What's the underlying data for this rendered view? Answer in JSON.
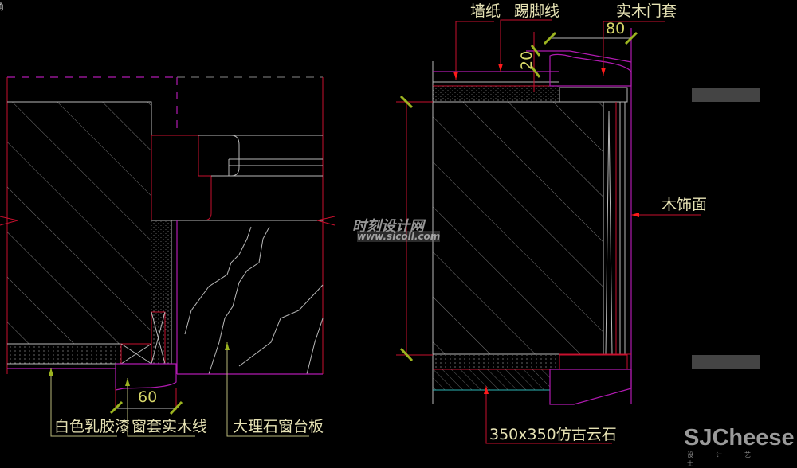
{
  "corner_text": "角",
  "left_section": {
    "dimension_60": "60",
    "labels": {
      "white_latex_paint": "白色乳胶漆",
      "window_trim_wood": "窗套实木线",
      "marble_sill": "大理石窗台板"
    }
  },
  "right_section": {
    "labels": {
      "wallpaper": "墙纸",
      "skirting": "踢脚线",
      "door_casing": "实木门套",
      "wood_veneer": "木饰面",
      "stone": "350x350仿古云石"
    },
    "dimension_80": "80",
    "dimension_20": "20"
  },
  "watermark": {
    "title": "时刻设计网",
    "url": "www.sicoll.com"
  },
  "logo": {
    "name": "SJCheese",
    "subtitle": "设计艺士"
  },
  "colors": {
    "red": "#c8102e",
    "magenta": "#b01ab0",
    "label": "#e6e2b4",
    "tick": "#9cb420"
  }
}
